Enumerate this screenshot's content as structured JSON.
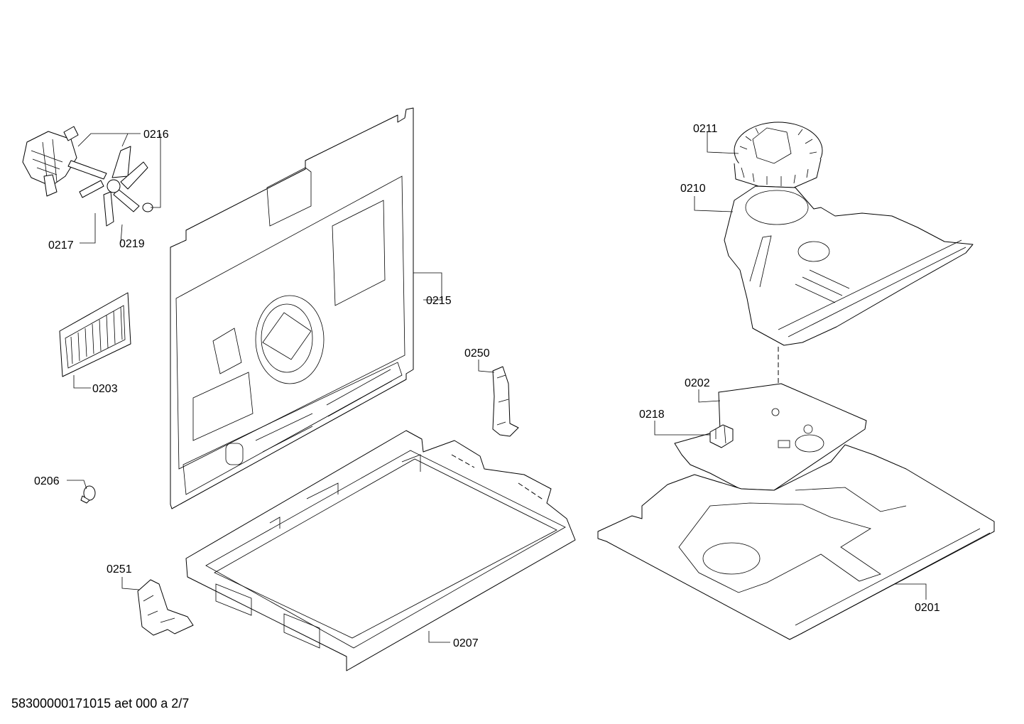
{
  "callouts": {
    "c0216": "0216",
    "c0217": "0217",
    "c0219": "0219",
    "c0215": "0215",
    "c0203": "0203",
    "c0206": "0206",
    "c0250": "0250",
    "c0251": "0251",
    "c0207": "0207",
    "c0211": "0211",
    "c0210": "0210",
    "c0202": "0202",
    "c0218": "0218",
    "c0201": "0201"
  },
  "footer": {
    "document_id": "58300000171015 aet 000 a 2/7"
  }
}
